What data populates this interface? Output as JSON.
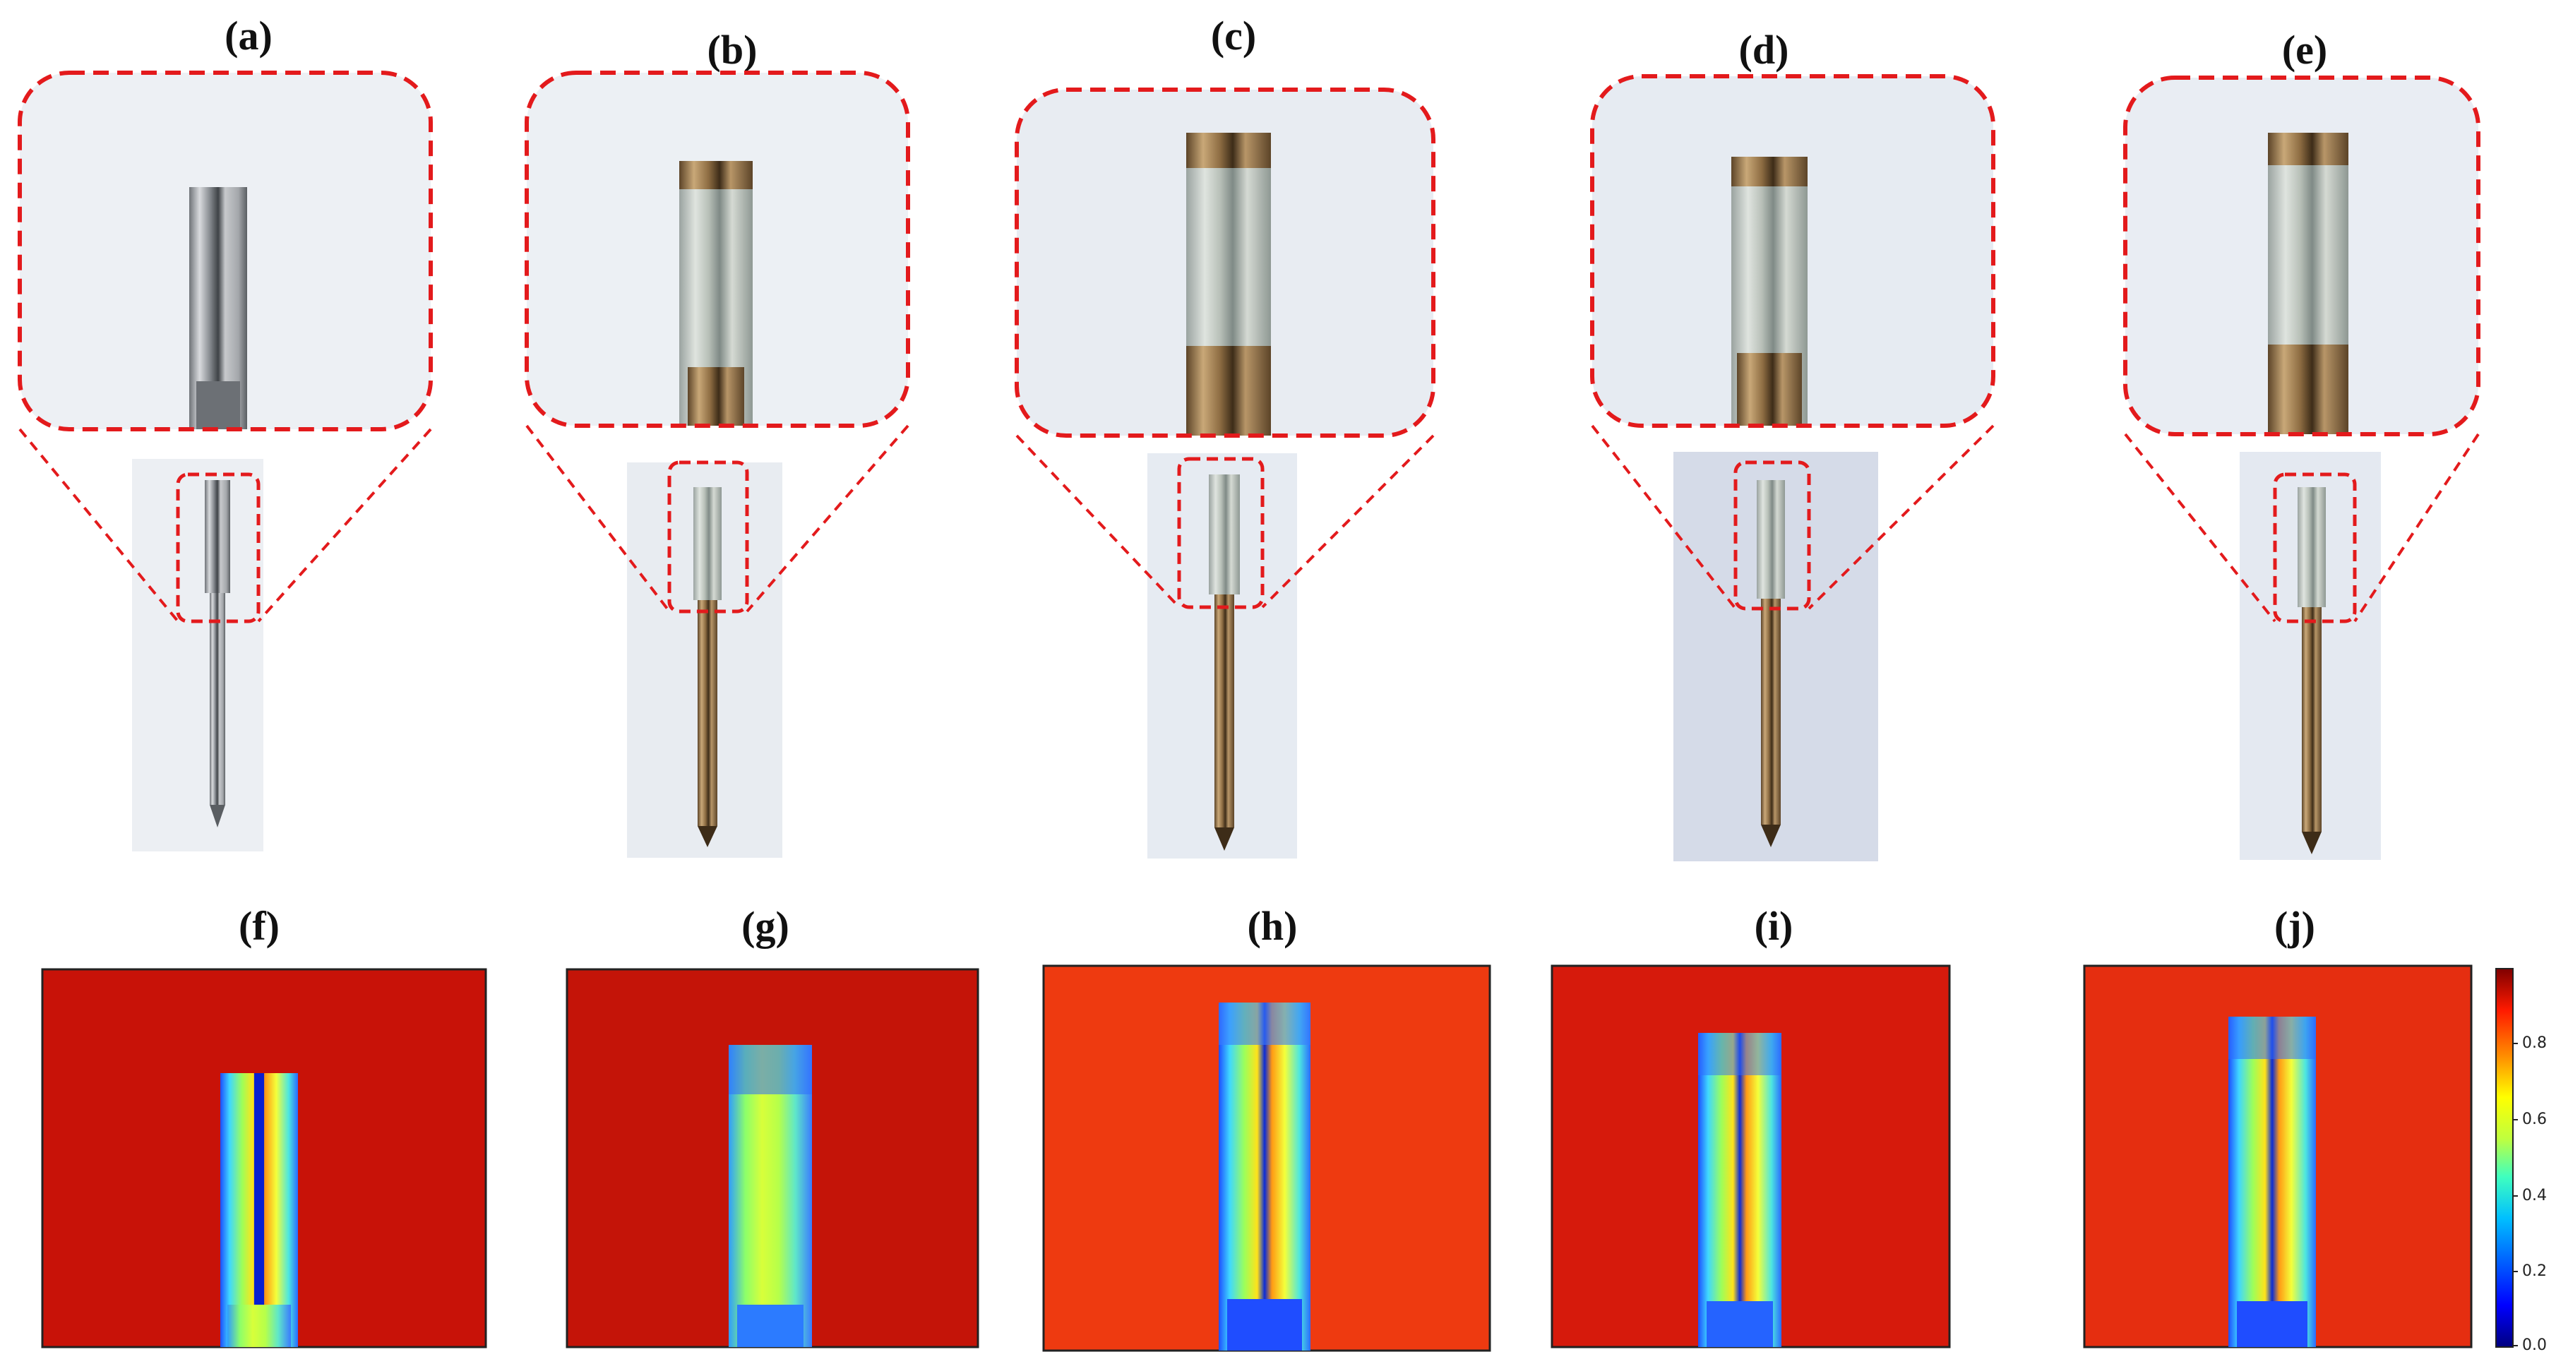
{
  "panel_labels": {
    "a": "(a)",
    "b": "(b)",
    "c": "(c)",
    "d": "(d)",
    "e": "(e)",
    "f": "(f)",
    "g": "(g)",
    "h": "(h)",
    "i": "(i)",
    "j": "(j)"
  },
  "colorbar": {
    "ticks": [
      "0.8",
      "0.6",
      "0.4",
      "0.2",
      "0.0"
    ],
    "colormap": [
      "#00007f",
      "#0000ff",
      "#007fff",
      "#00ffff",
      "#7fff7f",
      "#ffff00",
      "#ff7f00",
      "#ff0000",
      "#7f0000"
    ]
  },
  "colors": {
    "callout_border": "#e31a1c",
    "photo_background": "#e9eef5",
    "heatmap_background": "#d91a0f",
    "steel": "#b9bcc0",
    "brass": "#9c7f55"
  },
  "photo_panels": [
    {
      "id": "a",
      "material": "steel"
    },
    {
      "id": "b",
      "material": "brass"
    },
    {
      "id": "c",
      "material": "brass"
    },
    {
      "id": "d",
      "material": "brass"
    },
    {
      "id": "e",
      "material": "brass"
    }
  ]
}
